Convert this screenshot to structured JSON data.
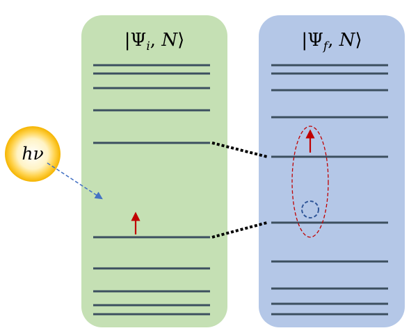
{
  "initial_panel": {
    "label_psi": "Ψ",
    "label_sub": "i",
    "label_n": "N",
    "color": "#c5e0b4",
    "levels": [
      94,
      106,
      127,
      159,
      206,
      342,
      387,
      420,
      440,
      453
    ],
    "electron_level": 342
  },
  "final_panel": {
    "label_psi": "Ψ",
    "label_sub": "f",
    "label_n": "N",
    "color": "#b4c7e7",
    "levels": [
      94,
      106,
      130,
      169,
      226,
      321,
      377,
      416,
      438,
      453
    ],
    "electron_level": 226,
    "hole_level": 302
  },
  "photon": {
    "label_h": "h",
    "label_nu": "ν",
    "color": "#f5b400"
  },
  "colors": {
    "level_line": "#3c4f5f",
    "electron": "#c00000",
    "exciton_ellipse": "#c00000",
    "hole": "#2f5597",
    "photon_arrow": "#4472c4",
    "connector": "#000000"
  }
}
